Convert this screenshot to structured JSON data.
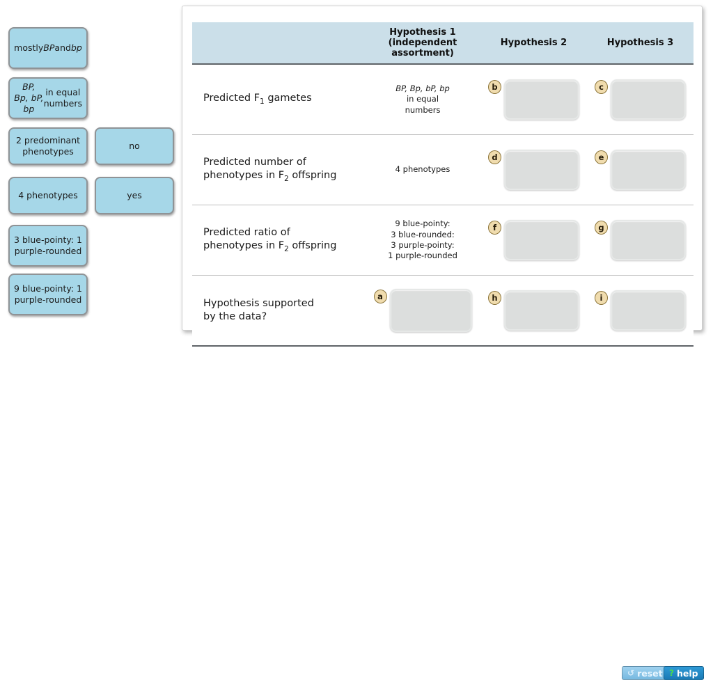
{
  "tile_bank": {
    "tiles": [
      {
        "id": "mostly",
        "text_html": "mostly <i>BP</i> and <i>bp</i>",
        "text": "mostly BP and bp"
      },
      {
        "id": "equal",
        "text_html": "<i>BP, Bp, bP, bp</i> in equal numbers",
        "text": "BP, Bp, bP, bp in equal numbers"
      },
      {
        "id": "2pred",
        "text_html": "2 predominant phenotypes",
        "text": "2 predominant phenotypes"
      },
      {
        "id": "4phen",
        "text_html": "4 phenotypes",
        "text": "4 phenotypes"
      },
      {
        "id": "ratio3",
        "text_html": "3 blue-pointy: 1 purple-rounded",
        "text": "3 blue-pointy: 1 purple-rounded"
      },
      {
        "id": "ratio9",
        "text_html": "9 blue-pointy: 1 purple-rounded",
        "text": "9 blue-pointy: 1 purple-rounded"
      },
      {
        "id": "no",
        "text_html": "no",
        "text": "no"
      },
      {
        "id": "yes",
        "text_html": "yes",
        "text": "yes"
      }
    ]
  },
  "table": {
    "headers": {
      "blank": "",
      "h1_line1": "Hypothesis 1",
      "h1_line2": "(independent",
      "h1_line3": "assortment)",
      "h2": "Hypothesis 2",
      "h3": "Hypothesis 3"
    },
    "rows": [
      {
        "label_html": "Predicted F<sub>1</sub> gametes",
        "label": "Predicted F1 gametes",
        "h1_answer_html": "<i>BP, Bp, bP, bp</i><br>in equal<br>numbers",
        "h1_answer": "BP, Bp, bP, bp in equal numbers",
        "h2_badge": "b",
        "h2_value": "",
        "h3_badge": "c",
        "h3_value": ""
      },
      {
        "label_html": "Predicted number of<br>phenotypes in F<sub>2</sub> offspring",
        "label": "Predicted number of phenotypes in F2 offspring",
        "h1_answer_html": "4 phenotypes",
        "h1_answer": "4 phenotypes",
        "h2_badge": "d",
        "h2_value": "",
        "h3_badge": "e",
        "h3_value": ""
      },
      {
        "label_html": "Predicted ratio of<br>phenotypes in F<sub>2</sub> offspring",
        "label": "Predicted ratio of phenotypes in F2 offspring",
        "h1_answer_html": "9 blue-pointy:<br>3 blue-rounded:<br>3 purple-pointy:<br>1 purple-rounded",
        "h1_answer": "9 blue-pointy: 3 blue-rounded: 3 purple-pointy: 1 purple-rounded",
        "h2_badge": "f",
        "h2_value": "",
        "h3_badge": "g",
        "h3_value": ""
      },
      {
        "label_html": "Hypothesis supported<br>by the data?",
        "label": "Hypothesis supported by the data?",
        "h1_badge": "a",
        "h1_value": "",
        "h2_badge": "h",
        "h2_value": "",
        "h3_badge": "i",
        "h3_value": ""
      }
    ]
  },
  "buttons": {
    "reset_label": "reset",
    "reset_glyph": "↺",
    "help_label": "help",
    "help_glyph": "?"
  },
  "colors": {
    "tile_fill": "#a6d7e8",
    "tile_border": "#8f9396",
    "header_fill": "#cbdfe9",
    "header_rule": "#5e6367",
    "dropzone_fill": "#dcdedd",
    "badge_fill": "#f0dcae",
    "badge_border": "#8a7338",
    "help_blue": "#1a7ab5",
    "reset_blue": "#77b9e0",
    "help_glyph_green": "#4ade4a"
  }
}
